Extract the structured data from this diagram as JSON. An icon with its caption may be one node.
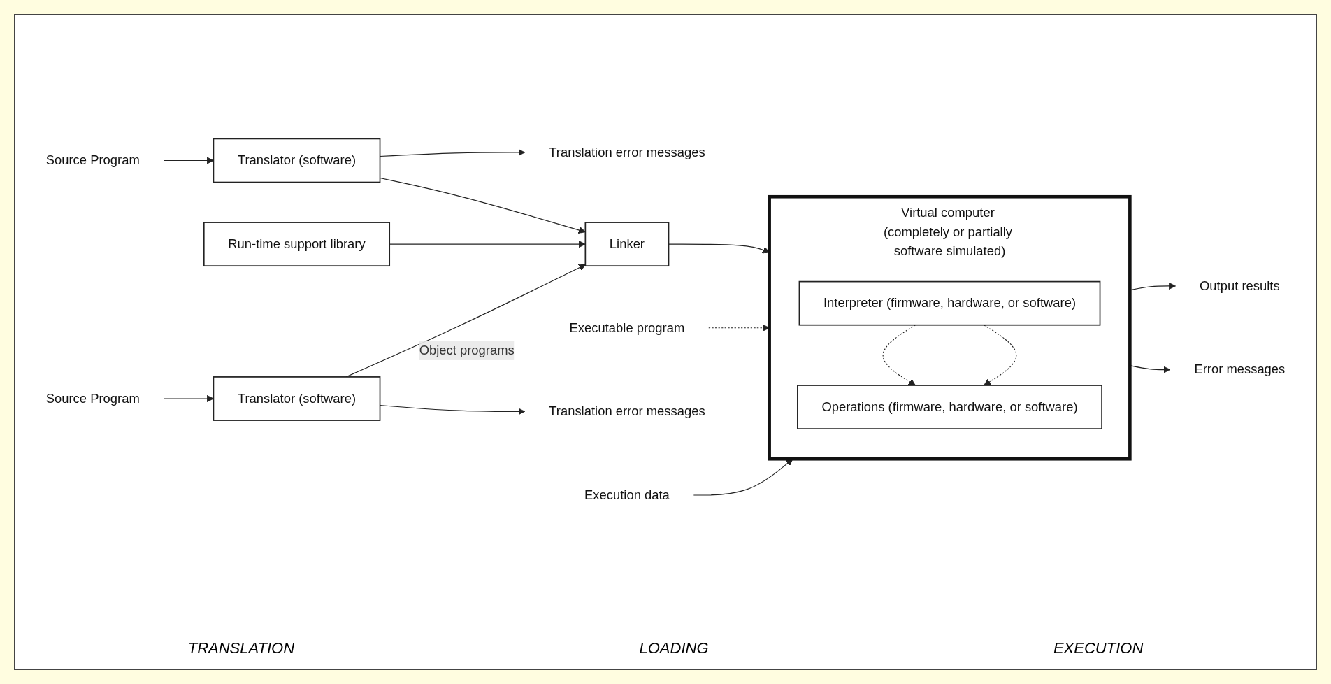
{
  "diagram": {
    "nodes": [
      {
        "text": [
          "Source Program"
        ]
      },
      {
        "text": [
          "Translator (software)"
        ]
      },
      {
        "text": [
          "Translation error messages"
        ]
      },
      {
        "text": [
          "Run-time support library"
        ]
      },
      {
        "text": [
          "Executable program"
        ]
      },
      {
        "text": [
          "Linker"
        ]
      },
      {
        "text": [
          "Source Program"
        ]
      },
      {
        "text": [
          "Translator (software)"
        ]
      },
      {
        "text": [
          "Translation error messages"
        ]
      },
      {
        "text": [
          "Virtual computer (completely or partially software simulated)"
        ]
      },
      {
        "text": [
          "Interpreter (firmware, hardware, or software)"
        ],
        "in": 9
      },
      {
        "text": [
          "Operations (firmware, hardware, or software)"
        ],
        "in": 9
      },
      {
        "text": [
          "Output results"
        ]
      },
      {
        "text": [
          "Error messages"
        ]
      },
      {
        "text": [
          "Execution data"
        ]
      }
    ],
    "edges": [
      {
        "from": 0,
        "to": 1,
        "arrow": "to"
      },
      {
        "from": 1,
        "to": 2,
        "arrow": "to"
      },
      {
        "from": 1,
        "to": 5,
        "arrow": "to"
      },
      {
        "from": 3,
        "to": 5,
        "arrow": "to"
      },
      {
        "from": 6,
        "to": 7,
        "arrow": "to"
      },
      {
        "from": 7,
        "to": 8,
        "arrow": "to"
      },
      {
        "from": 7,
        "to": 5,
        "label": "Object programs",
        "arrow": "to"
      },
      {
        "from": 5,
        "to": 9,
        "arrow": "to"
      },
      {
        "from": 4,
        "to": 9,
        "arrow": "to",
        "style": "dashed"
      },
      {
        "from": 14,
        "to": 9,
        "arrow": "to"
      },
      {
        "from": 10,
        "to": 11,
        "arrow": "to",
        "style": "dashed"
      },
      {
        "from": 10,
        "to": 11,
        "arrow": "to",
        "style": "dashed"
      },
      {
        "from": 9,
        "to": 12,
        "arrow": "to"
      },
      {
        "from": 9,
        "to": 13,
        "arrow": "to"
      }
    ],
    "labels": [
      "TRANSLATION",
      "LOADING",
      "EXECUTION"
    ]
  }
}
